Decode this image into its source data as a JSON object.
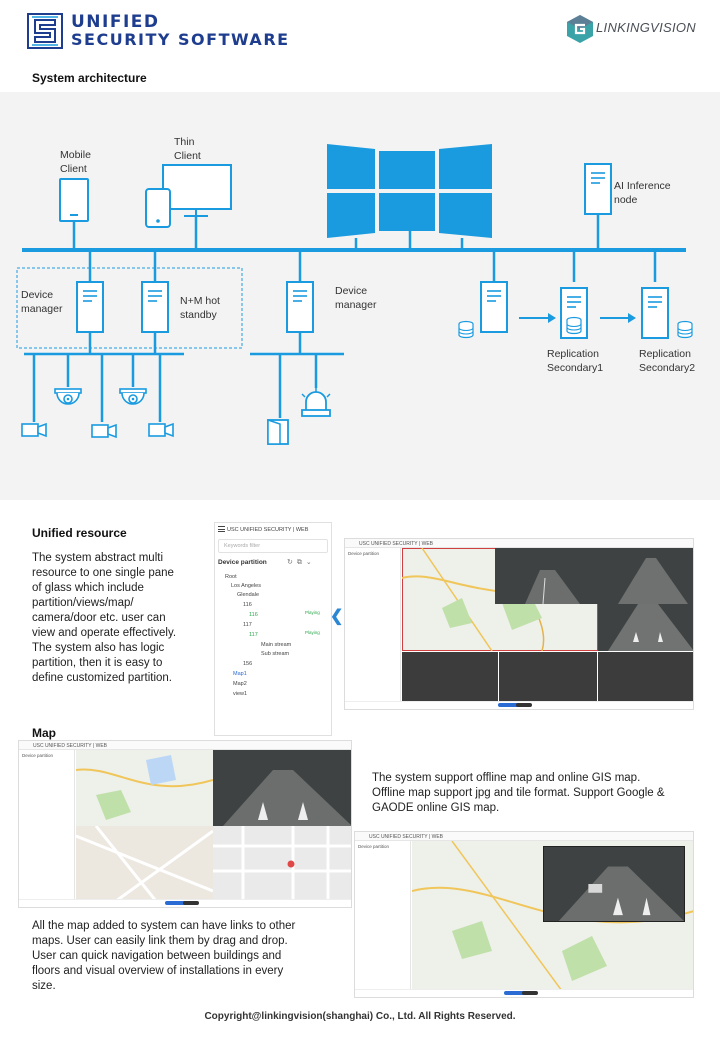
{
  "header": {
    "brand_line1": "UNIFIED",
    "brand_line2": "SECURITY SOFTWARE",
    "partner_name": "LINKINGVISION",
    "brand_color": "#1e3d8f",
    "accent_color": "#1a9be0"
  },
  "architecture": {
    "title": "System architecture",
    "labels": {
      "mobile_client": "Mobile Client",
      "thin_client": "Thin Client",
      "ai_inference_node": "AI Inference node",
      "device_manager_1": "Device manager",
      "hot_standby": "N+M hot standby",
      "device_manager_2": "Device manager",
      "replication_1": "Replication Secondary1",
      "replication_2": "Replication Secondary2"
    },
    "icons": [
      "phone-icon",
      "monitor-icon",
      "video-wall-icon",
      "server-icon",
      "database-icon",
      "dome-camera-icon",
      "camera-icon",
      "door-icon",
      "alarm-light-icon"
    ]
  },
  "unified_resource": {
    "title": "Unified resource",
    "text": "The system abstract multi resource to one single pane of glass which include partition/views/map/ camera/door etc. user can view and operate effectively. The system also has logic partition, then it is easy to define customized partition."
  },
  "tree_panel": {
    "app_title": "USC UNIFIED SECURITY | WEB",
    "search_placeholder": "Keywords filter",
    "header": "Device partition",
    "rows": [
      {
        "label": "Root"
      },
      {
        "label": "Los Angeles"
      },
      {
        "label": "Glendale"
      },
      {
        "label": "116"
      },
      {
        "label": "116"
      },
      {
        "label": "117"
      },
      {
        "label": "117"
      },
      {
        "label": "Main stream"
      },
      {
        "label": "Sub stream"
      },
      {
        "label": "156"
      },
      {
        "label": "Map1"
      },
      {
        "label": "Map2"
      },
      {
        "label": "view1"
      }
    ],
    "status_playing": "Playing"
  },
  "screenshot1": {
    "app_title": "USC UNIFIED SECURITY | WEB",
    "side_header": "Device partition"
  },
  "map_section": {
    "title": "Map",
    "text_1": "The system support offline map and online GIS map. Offline map support jpg and tile format. Support Google & GAODE online GIS map.",
    "text_2": "All the map added to system can have links to other maps. User can easily link them by drag and drop. User can quick navigation between buildings and floors and visual overview of installations in every size."
  },
  "screenshot2": {
    "app_title": "USC UNIFIED SECURITY | WEB",
    "side_header": "Device partition"
  },
  "screenshot3": {
    "app_title": "USC UNIFIED SECURITY | WEB",
    "side_header": "Device partition"
  },
  "footer": {
    "copyright": "Copyright@linkingvision(shanghai) Co., Ltd. All Rights Reserved."
  }
}
